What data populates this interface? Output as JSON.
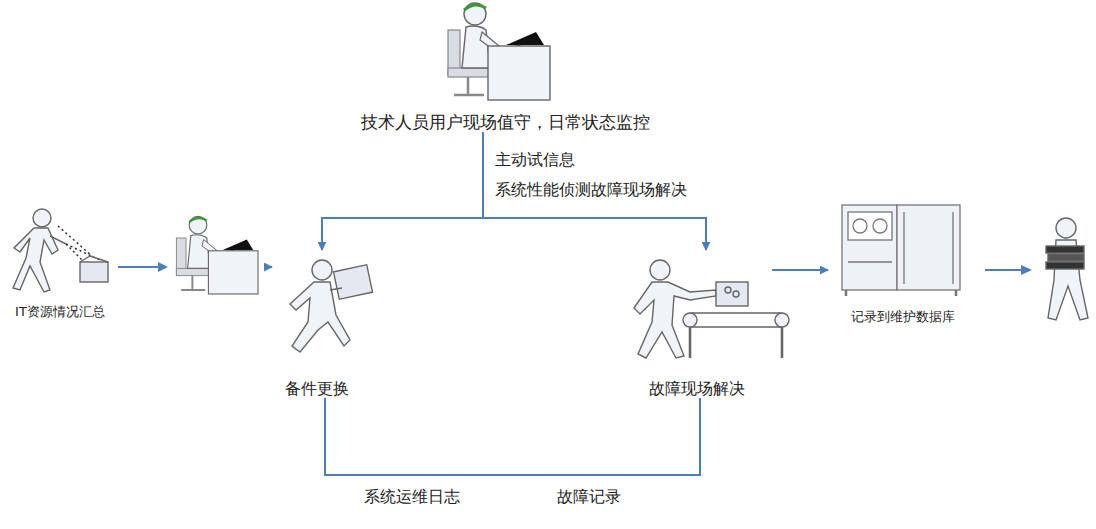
{
  "diagram": {
    "nodes": [
      {
        "text": [
          "技术人员用户现场值守，日常状态监控"
        ]
      },
      {
        "text": [
          "IT资源情况汇总"
        ]
      },
      {
        "text": [
          "备件更换"
        ]
      },
      {
        "text": [
          "故障现场解决"
        ]
      },
      {
        "text": [
          "记录到维护数据库"
        ]
      }
    ],
    "edges": [
      {
        "from": 1,
        "to": 2,
        "arrow": "to"
      },
      {
        "from": 0,
        "to": 2,
        "arrow": "to"
      },
      {
        "from": 0,
        "to": 3,
        "arrow": "to"
      },
      {
        "from": 3,
        "to": 4,
        "arrow": "to"
      },
      {
        "from": 2,
        "to": 3,
        "arrow": "none"
      }
    ],
    "labels": [
      "主动试信息",
      "系统性能侦测故障现场解决",
      "系统运维日志",
      "故障记录"
    ]
  }
}
